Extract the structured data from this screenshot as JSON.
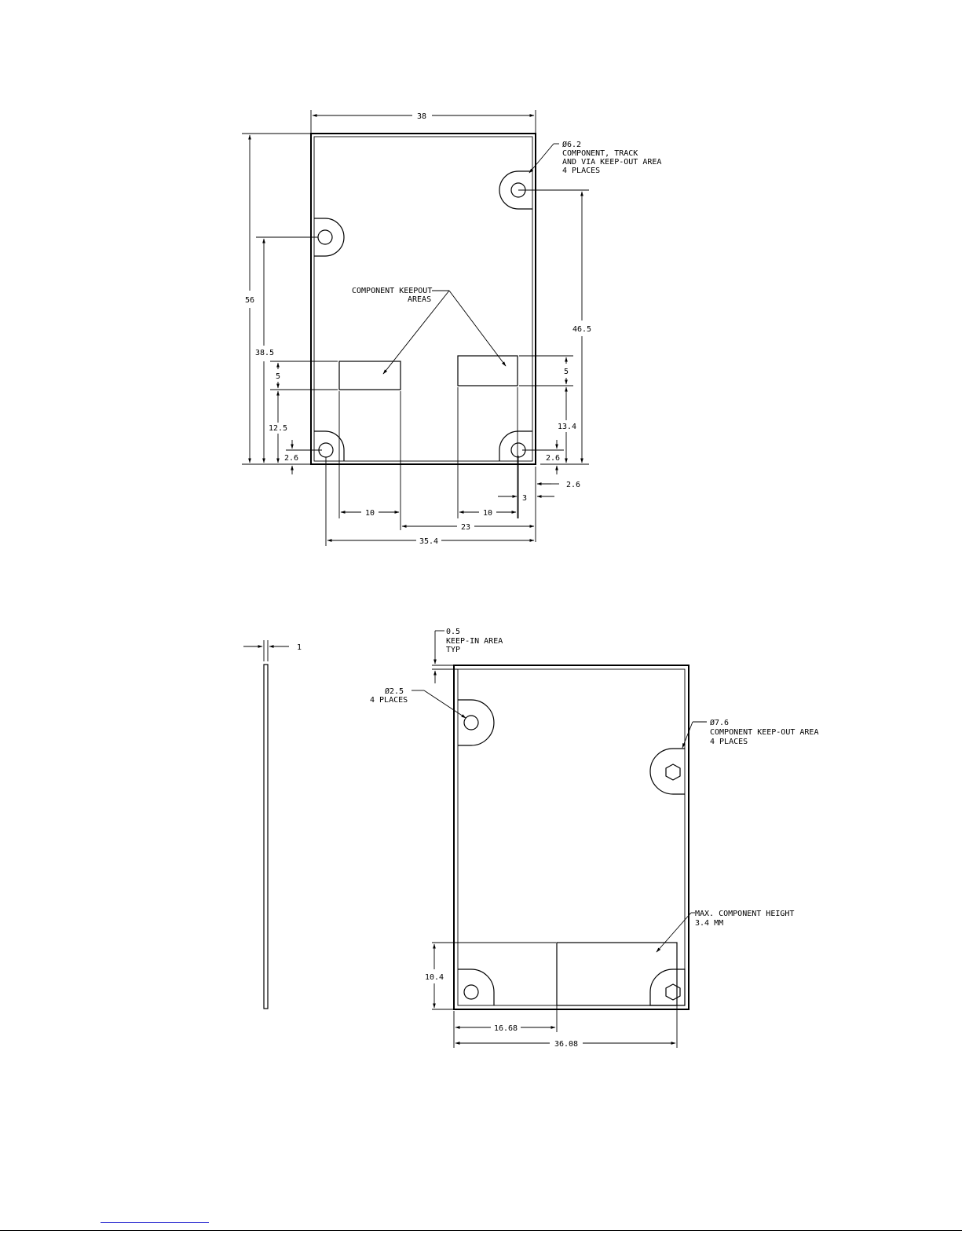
{
  "top_view": {
    "dim_width": "38",
    "dim_height": "56",
    "dim_hole_from_bottom_left": "38.5",
    "dim_hole_from_bottom_right": "46.5",
    "dim_keepout_height_left": "5",
    "dim_keepout_height_right": "5",
    "dim_keepout_bottom_left": "12.5",
    "dim_keepout_bottom_right": "13.4",
    "dim_hole_inset_left": "2.6",
    "dim_hole_inset_right": "2.6",
    "dim_hole_inset_bottom": "2.6",
    "dim_hole_inset_side": "3",
    "dim_keepout_width_left": "10",
    "dim_keepout_width_right": "10",
    "dim_keepout_spacing": "23",
    "dim_hole_spacing": "35.4",
    "callout_keepout_diameter": "Ø6.2",
    "callout_keepout_line1": "COMPONENT, TRACK",
    "callout_keepout_line2": "AND VIA KEEP-OUT AREA",
    "callout_keepout_line3": "4 PLACES",
    "callout_component_line1": "COMPONENT KEEPOUT",
    "callout_component_line2": "AREAS"
  },
  "bottom_view": {
    "dim_thickness": "1",
    "dim_keepin": "0.5",
    "keepin_line1": "KEEP-IN AREA",
    "keepin_line2": "TYP",
    "callout_hole_diameter": "Ø2.5",
    "callout_hole_places": "4 PLACES",
    "callout_area_diameter": "Ø7.6",
    "callout_area_line1": "COMPONENT KEEP-OUT AREA",
    "callout_area_line2": "4 PLACES",
    "callout_height_line1": "MAX. COMPONENT HEIGHT",
    "callout_height_line2": "3.4 MM",
    "dim_region_height": "10.4",
    "dim_region_width": "16.68",
    "dim_hole_spacing": "36.08"
  }
}
